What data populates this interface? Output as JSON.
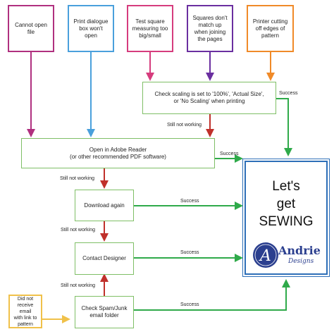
{
  "problems": [
    {
      "label": "Cannot open\nfile",
      "color": "#b0307f"
    },
    {
      "label": "Print dialogue\nbox won't\nopen",
      "color": "#4aa0dc"
    },
    {
      "label": "Test square\nmeasuring too\nbig/small",
      "color": "#d63c7d"
    },
    {
      "label": "Squares don't\nmatch up\nwhen joining\nthe pages",
      "color": "#6a2fa0"
    },
    {
      "label": "Printer cutting\noff edges of\npattern",
      "color": "#f08a28"
    },
    {
      "label": "Did not\nreceive email\nwith link to\npattern",
      "color": "#f0c14a"
    }
  ],
  "steps": {
    "check_scaling": "Check scaling is set to '100%', 'Actual Size',\nor 'No Scaling' when printing",
    "open_reader": "Open in Adobe Reader\n(or other recommended PDF software)",
    "download_again": "Download again",
    "contact_designer": "Contact Designer",
    "check_spam": "Check Spam/Junk\nemail folder"
  },
  "edge_labels": {
    "success": "Success",
    "still_not_working": "Still not working"
  },
  "result": {
    "heading": "Let's\nget\nSEWING",
    "brand_name": "Andrie",
    "brand_sub": "Designs",
    "brand_initial": "A"
  },
  "colors": {
    "success_arrow": "#2faa4a",
    "fail_arrow": "#c0302b",
    "step_border": "#7fbf66",
    "result_border": "#2e6fb8",
    "brand": "#2b3f8f"
  }
}
